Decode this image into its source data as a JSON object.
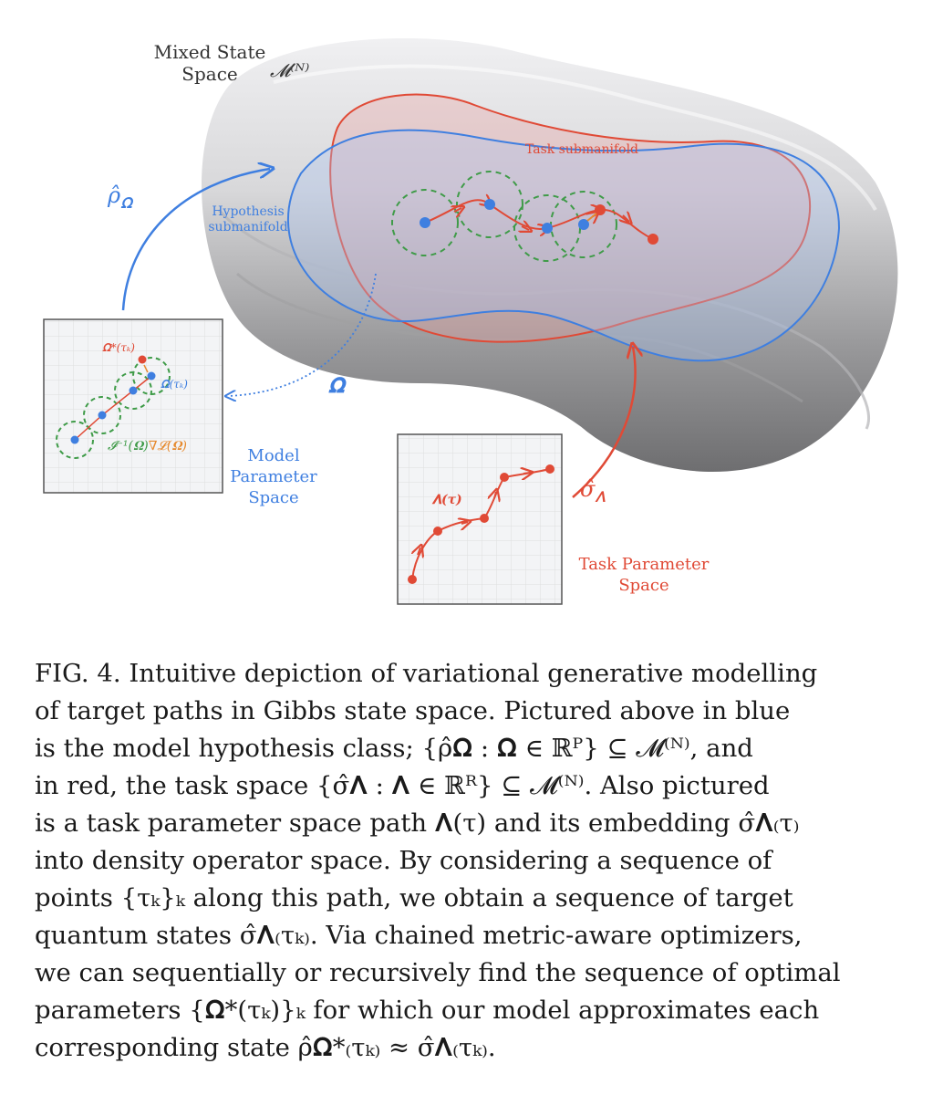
{
  "figure": {
    "mixed_state_label_1": "Mixed State",
    "mixed_state_label_2": "Space",
    "mixed_state_symbol": "𝓜⁽ᴺ⁾",
    "task_submanifold_label": "Task submanifold",
    "hypothesis_label_1": "Hypothesis",
    "hypothesis_label_2": "submanifold",
    "rho_omega_label": "ρ̂",
    "rho_omega_sub": "𝛀",
    "omega_label": "𝛀",
    "sigma_lambda_label": "σ̂",
    "sigma_lambda_sub": "𝚲",
    "model_space": {
      "omega_star_label": "𝛀*(τₖ)",
      "omega_tau_label": "𝛀(τₖ)",
      "update_label_green": "𝓘⁻¹(𝛀)",
      "update_label_orange": "∇𝓛(𝛀)",
      "title_1": "Model",
      "title_2": "Parameter",
      "title_3": "Space"
    },
    "task_space": {
      "path_label": "𝚲(τ)",
      "title_1": "Task Parameter",
      "title_2": "Space"
    },
    "colors": {
      "blue": "#3f7fe0",
      "red": "#e04a36",
      "green": "#3f9b48",
      "orange": "#e68a2e",
      "grey_dark": "#8c8c8c",
      "grey_light": "#e6e6e8"
    }
  },
  "caption": {
    "lines": [
      "FIG. 4. Intuitive depiction of variational generative modelling",
      "of target paths in Gibbs state space. Pictured above in blue",
      "is the model hypothesis class; {ρ̂𝛀 : 𝛀 ∈ ℝᴾ} ⊆ 𝓜⁽ᴺ⁾, and",
      "in red, the task space {σ̂𝚲 : 𝚲 ∈ ℝᴿ} ⊆ 𝓜⁽ᴺ⁾. Also pictured",
      "is a task parameter space path 𝚲(τ) and its embedding σ̂𝚲₍τ₎",
      "into density operator space. By considering a sequence of",
      "points {τₖ}ₖ along this path, we obtain a sequence of target",
      "quantum states σ̂𝚲₍τₖ₎. Via chained metric-aware optimizers,",
      "we can sequentially or recursively find the sequence of optimal",
      "parameters {𝛀*(τₖ)}ₖ for which our model approximates each",
      "corresponding state ρ̂𝛀*₍τₖ₎ ≈ σ̂𝚲₍τₖ₎."
    ]
  }
}
